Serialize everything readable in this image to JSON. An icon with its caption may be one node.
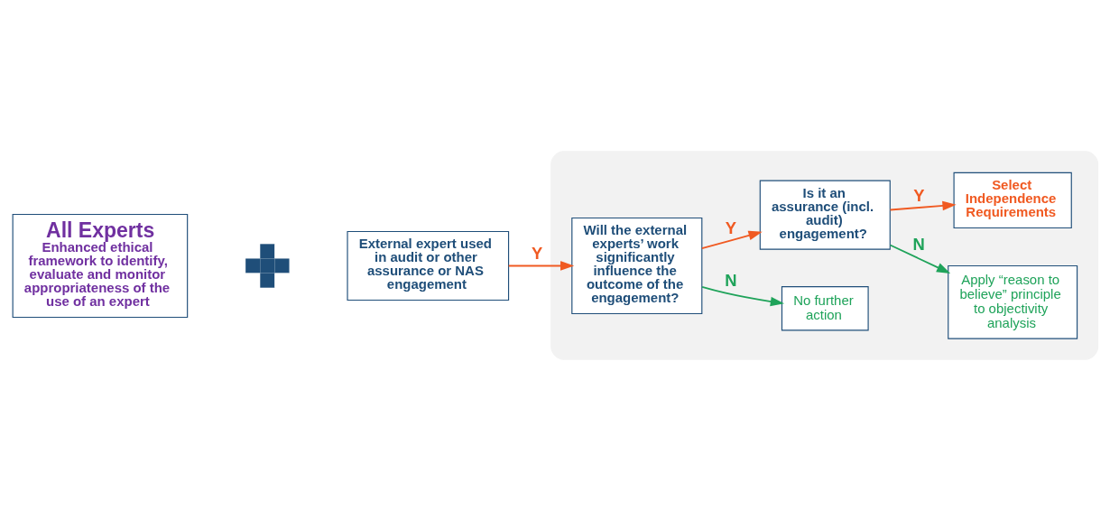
{
  "diagram": {
    "nodes": [
      {
        "text": [
          "All Experts",
          "Enhanced ethical framework to identify, evaluate and monitor appropriateness of the use of an expert"
        ]
      },
      {
        "text": [],
        "shape": "cross"
      },
      {
        "text": [
          "External expert used in audit or other assurance or NAS engagement"
        ]
      },
      {
        "text": [],
        "shape": "box"
      },
      {
        "text": [
          "Will the external experts’ work significantly influence the outcome of the engagement?"
        ],
        "in": 3
      },
      {
        "text": [
          "No further action"
        ],
        "in": 3
      },
      {
        "text": [
          "Is it an assurance (incl. audit) engagement?"
        ],
        "in": 3
      },
      {
        "text": [
          "Apply “reason to believe” principle to objectivity analysis"
        ],
        "in": 3
      },
      {
        "text": [
          "Select Independence Requirements"
        ],
        "in": 3
      }
    ],
    "edges": [
      {
        "from": 2,
        "to": 4,
        "arrow": "to",
        "label": "Y"
      },
      {
        "from": 4,
        "to": 5,
        "arrow": "to",
        "label": "N",
        "color": "#1fa35a"
      },
      {
        "from": 4,
        "to": 6,
        "arrow": "to",
        "label": "Y"
      },
      {
        "from": 6,
        "to": 7,
        "arrow": "to",
        "label": "N",
        "color": "#1fa35a"
      },
      {
        "from": 6,
        "to": 8,
        "arrow": "to",
        "label": "Y"
      }
    ]
  }
}
